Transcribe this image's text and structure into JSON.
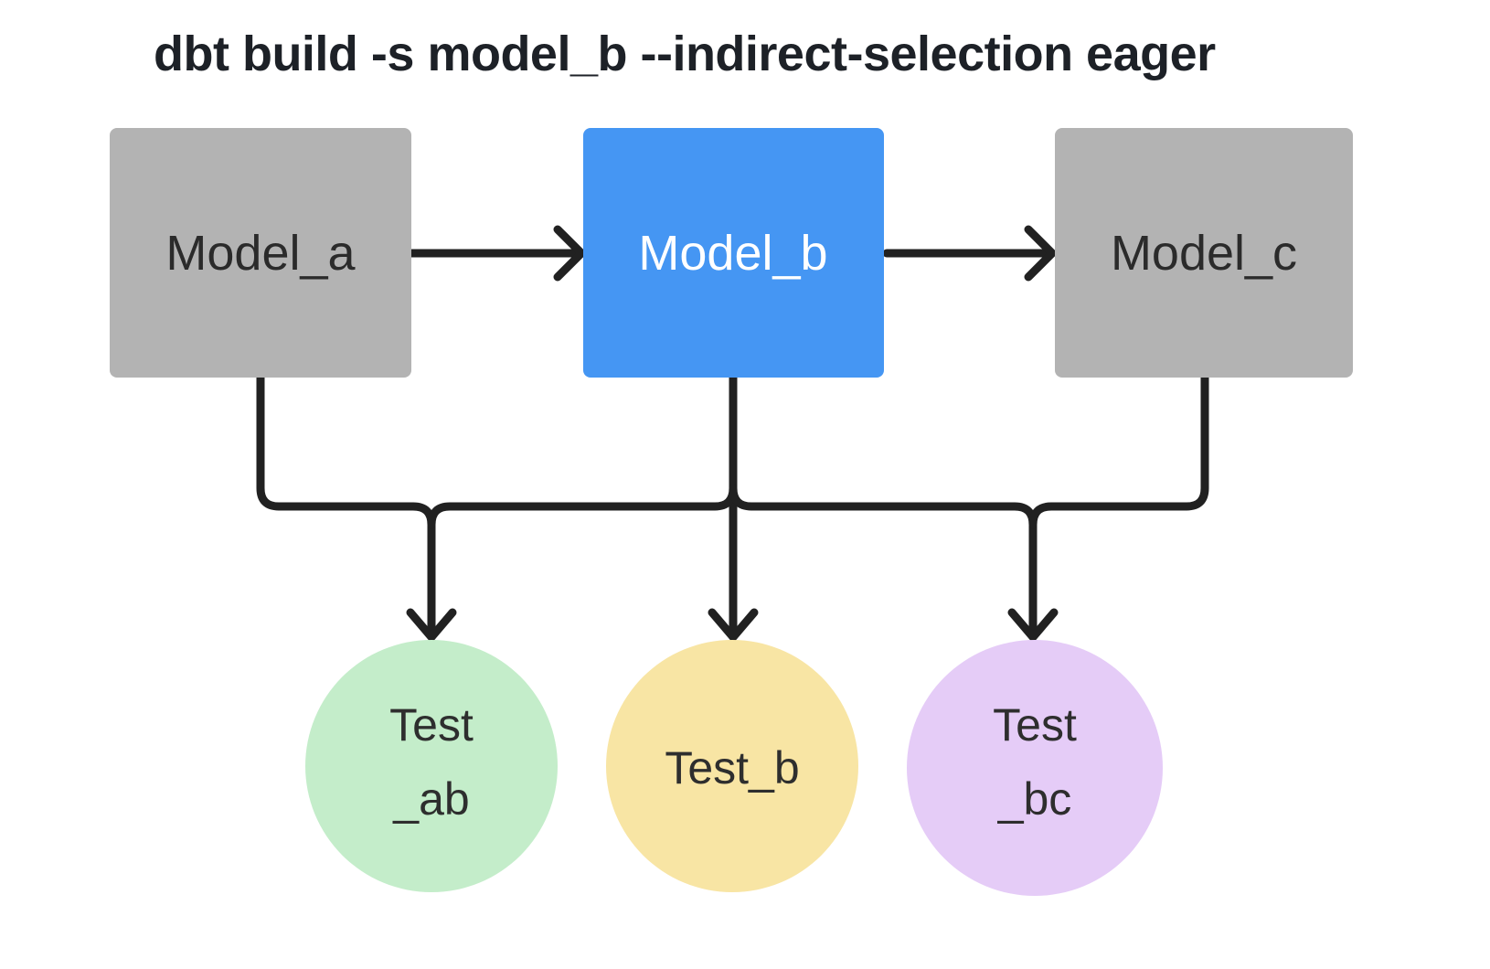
{
  "title": "dbt build -s model_b --indirect-selection eager",
  "colors": {
    "background": "#ffffff",
    "edge": "#212121",
    "model_default_fill": "#b3b3b3",
    "model_selected_fill": "#4596f3",
    "model_default_text": "#2b2b2b",
    "model_selected_text": "#ffffff",
    "test_ab_fill": "#c4edca",
    "test_b_fill": "#f8e5a4",
    "test_bc_fill": "#e5ccf7",
    "test_text": "#2e2e2e"
  },
  "diagram": {
    "models": [
      {
        "id": "model_a",
        "label": "Model_a",
        "selected": false,
        "fill": "#b3b3b3",
        "text_color": "#2b2b2b"
      },
      {
        "id": "model_b",
        "label": "Model_b",
        "selected": true,
        "fill": "#4596f3",
        "text_color": "#ffffff"
      },
      {
        "id": "model_c",
        "label": "Model_c",
        "selected": false,
        "fill": "#b3b3b3",
        "text_color": "#2b2b2b"
      }
    ],
    "tests": [
      {
        "id": "test_ab",
        "lines": [
          "Test",
          "_ab"
        ],
        "fill": "#c4edca"
      },
      {
        "id": "test_b",
        "lines": [
          "Test_b"
        ],
        "fill": "#f8e5a4"
      },
      {
        "id": "test_bc",
        "lines": [
          "Test",
          "_bc"
        ],
        "fill": "#e5ccf7"
      }
    ],
    "edges": [
      {
        "from": "model_a",
        "to": "model_b"
      },
      {
        "from": "model_b",
        "to": "model_c"
      },
      {
        "from": "model_a",
        "to": "test_ab"
      },
      {
        "from": "model_b",
        "to": "test_ab"
      },
      {
        "from": "model_b",
        "to": "test_b"
      },
      {
        "from": "model_b",
        "to": "test_bc"
      },
      {
        "from": "model_c",
        "to": "test_bc"
      }
    ]
  }
}
